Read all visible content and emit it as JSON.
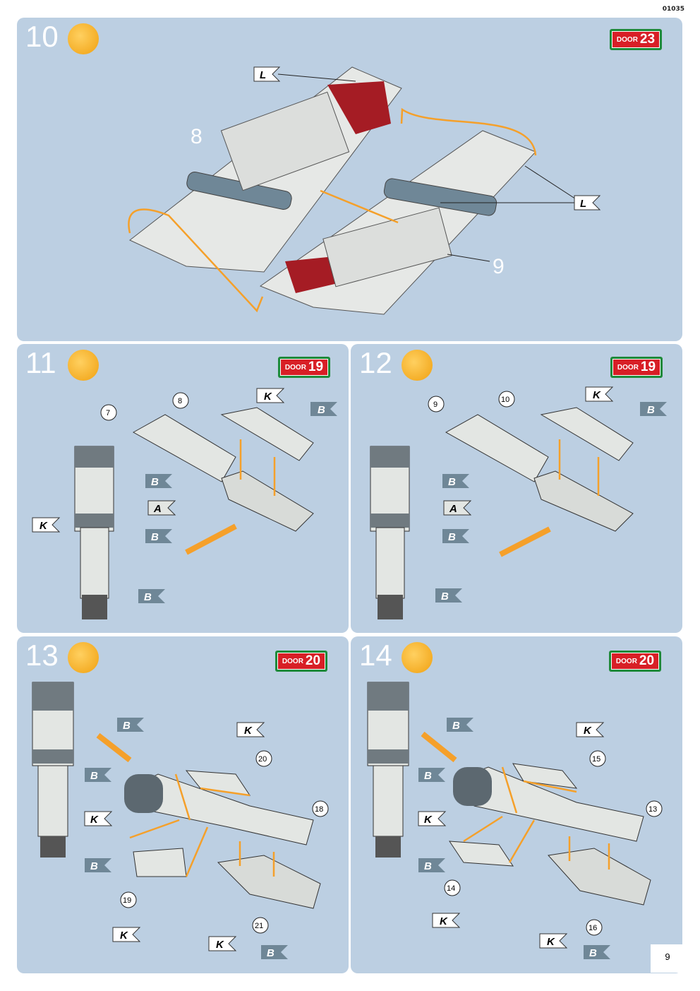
{
  "doc_code": "01035",
  "page_number": "9",
  "colors": {
    "panel_bg": "#bccfe2",
    "door_green": "#1e8a3a",
    "door_red": "#d81f26",
    "arrow": "#f5a02a"
  },
  "icons": {
    "paint": "paint-brush-icon",
    "door": "door-badge-icon",
    "flag": "label-flag-icon"
  },
  "steps": [
    {
      "number": "10",
      "door_label": "DOOR",
      "door_number": "23"
    },
    {
      "number": "11",
      "door_label": "DOOR",
      "door_number": "19"
    },
    {
      "number": "12",
      "door_label": "DOOR",
      "door_number": "19"
    },
    {
      "number": "13",
      "door_label": "DOOR",
      "door_number": "20"
    },
    {
      "number": "14",
      "door_label": "DOOR",
      "door_number": "20"
    }
  ],
  "step10": {
    "part_a": "8",
    "part_b": "9",
    "flag_1": "L",
    "flag_2": "L"
  },
  "step11": {
    "parts": [
      "7",
      "8"
    ],
    "flags": [
      "K",
      "B",
      "B",
      "A",
      "B",
      "K",
      "B"
    ]
  },
  "step12": {
    "parts": [
      "9",
      "10"
    ],
    "flags": [
      "K",
      "B",
      "B",
      "A",
      "B",
      "B"
    ]
  },
  "step13": {
    "parts": [
      "20",
      "18",
      "19",
      "21"
    ],
    "flags": [
      "K",
      "B",
      "B",
      "K",
      "B",
      "K",
      "K",
      "B"
    ]
  },
  "step14": {
    "parts": [
      "15",
      "13",
      "14",
      "16"
    ],
    "flags": [
      "K",
      "B",
      "B",
      "K",
      "B",
      "K",
      "K",
      "B"
    ]
  }
}
